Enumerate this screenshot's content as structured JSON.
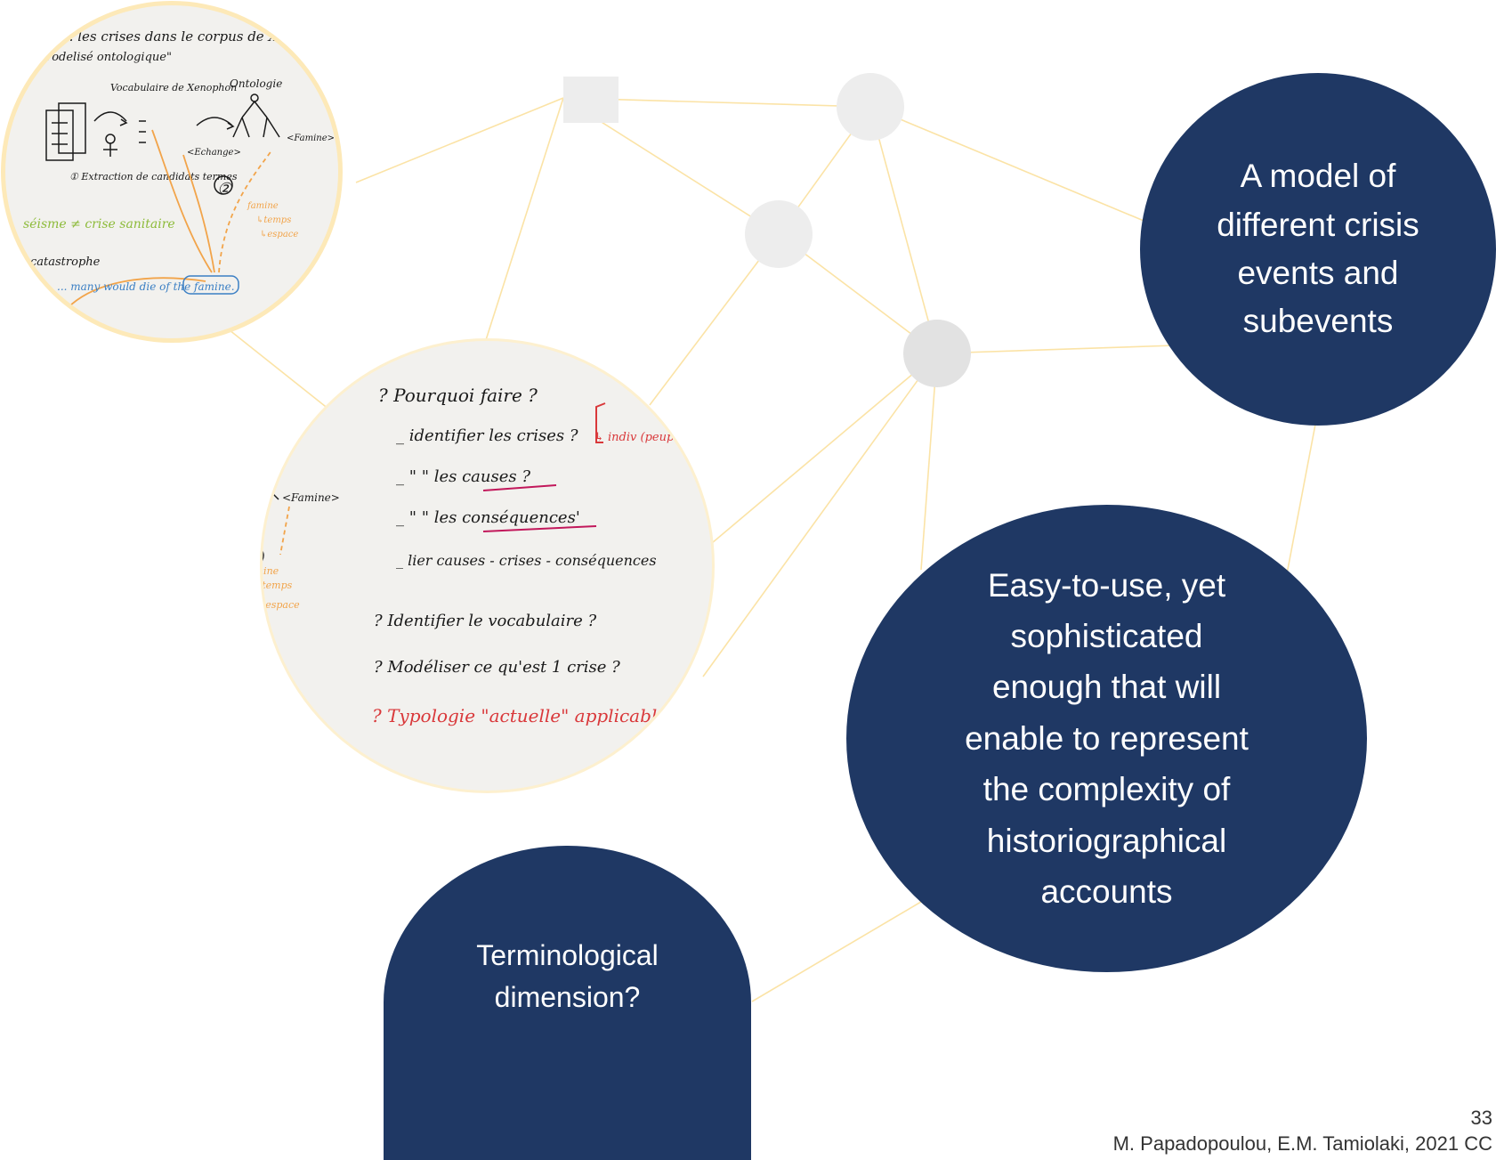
{
  "bubbles": {
    "model": "A model of different crisis events and subevents",
    "easy": "Easy-to-use, yet sophisticated enough that will enable to represent the complexity of historiographical accounts",
    "terminological": "Terminological dimension?"
  },
  "footer": {
    "page_number": "33",
    "credit": "M. Papadopoulou, E.M. Tamiolaki, 2021 CC"
  },
  "notes_top": {
    "line1": "ie. les crises dans le corpus de Xenoph",
    "line2": "rodelisé ontologique\"",
    "vocab": "Vocabulaire de Xenophon",
    "ontology": "Ontologie",
    "step1": "① Extraction de candidats termes",
    "step2": "②",
    "echange": "<Echange>",
    "famine": "<Famine>",
    "famine2": "famine",
    "temps": "↳temps",
    "espace": "↳espace",
    "seisme": "séisme ≠ crise sanitaire",
    "catastrophe": "catastrophe",
    "quote": "... many would die of the famine."
  },
  "notes_mid": {
    "q1": "? Pourquoi faire ?",
    "b1": "_ identifier les crises ?",
    "b1b": "↳ indiv (peuple",
    "b2": "_ \"   \" les causes ?",
    "b3": "_ \"   \" les conséquences'",
    "b4": "_ lier  causes - crises - conséquences",
    "q2": "? Identifier le vocabulaire ?",
    "q3": "? Modéliser ce qu'est 1 crise ?",
    "q4": "? Typologie \"actuelle\" applicable ?",
    "side_famine": "<Famine>",
    "side_famine2": "famine",
    "side_temps": "↳temps",
    "side_espace": "↳espace"
  },
  "colors": {
    "bubble": "#1f3864",
    "edge": "#fbe3a6",
    "node": "#ededed",
    "node_dark": "#e2e2e2",
    "ink": "#1a1a1a",
    "ink_orange": "#f2a44a",
    "ink_green": "#8dbb3a",
    "ink_blue": "#3b7fc4",
    "ink_red": "#d9383a",
    "ink_magenta": "#c2185b"
  }
}
